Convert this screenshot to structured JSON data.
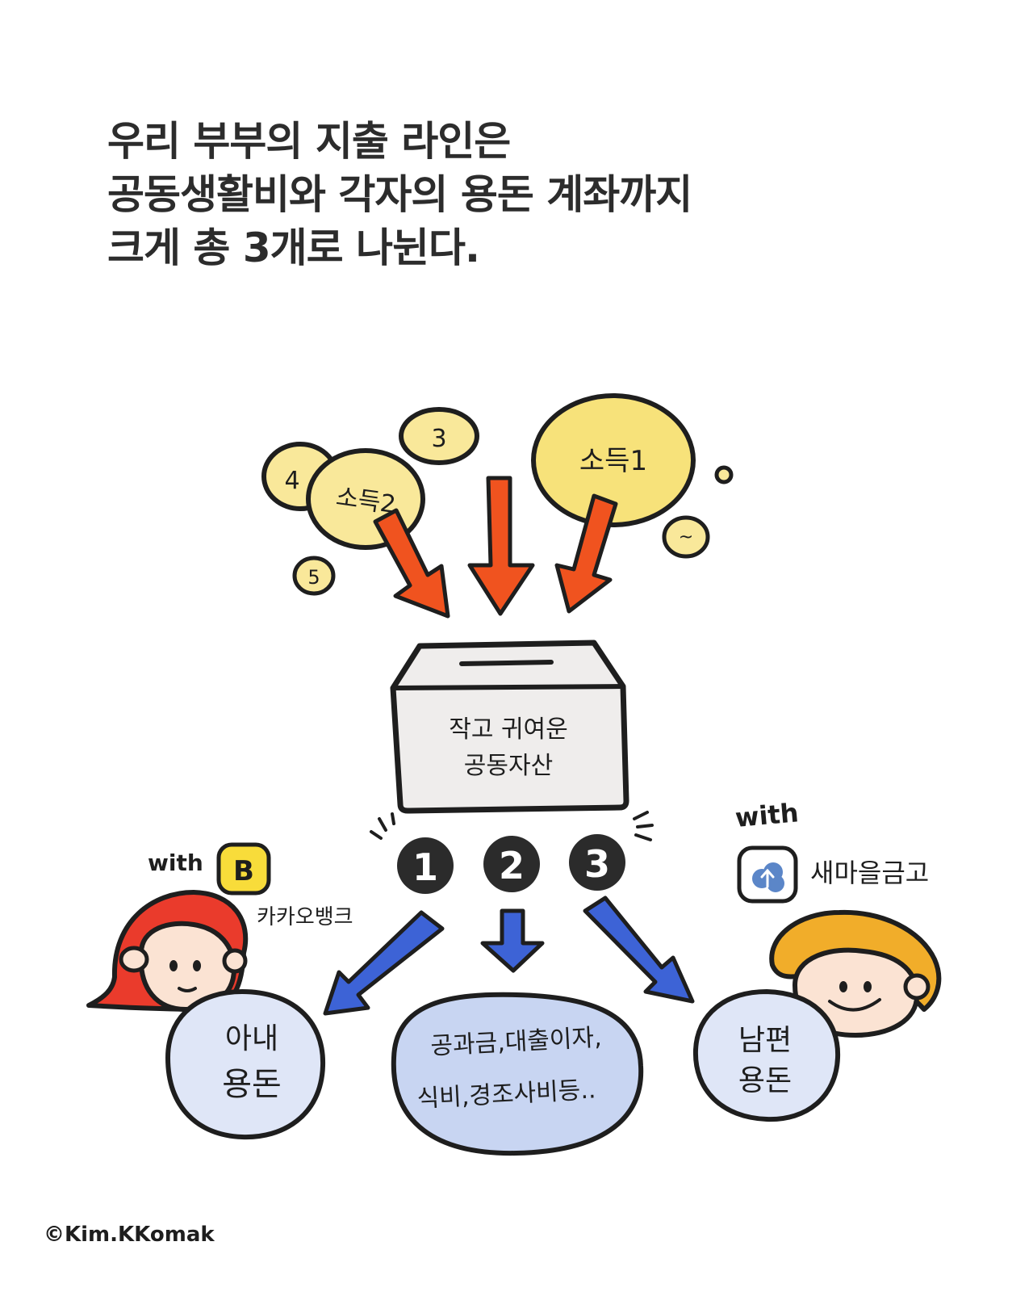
{
  "heading": {
    "line1": "우리 부부의 지출 라인은",
    "line2": "공동생활비와 각자의 용돈 계좌까지",
    "line3": "크게 총 3개로 나뉜다."
  },
  "income": {
    "income1": "소득1",
    "income2": "소득2",
    "coin3": "3",
    "coin4": "4",
    "coin5": "5",
    "coin_tilde": "~"
  },
  "box": {
    "line1": "작고 귀여운",
    "line2": "공동자산"
  },
  "accounts": {
    "num1": "1",
    "num2": "2",
    "num3": "3",
    "wife": {
      "line1": "아내",
      "line2": "용돈"
    },
    "shared": {
      "line1": "공과금,대출이자,",
      "line2": "식비,경조사비등.."
    },
    "husband": {
      "line1": "남편",
      "line2": "용돈"
    }
  },
  "banks": {
    "with_left": "with",
    "kakao_logo": "B",
    "kakao_name": "카카오뱅크",
    "with_right": "with",
    "saemaeul_name": "새마을금고"
  },
  "credit": "©Kim.KKomak",
  "colors": {
    "coin": "#f7e27a",
    "coin_light": "#f9e89a",
    "arrow_red": "#f0531f",
    "arrow_blue": "#3d63d6",
    "box": "#efedec",
    "bubble_light": "#dfe6f7",
    "bubble_mid": "#c8d5f2",
    "wife_hair": "#ea3b2c",
    "husband_hair": "#f1ad2a",
    "skin": "#fbe3d3",
    "kakao_yellow": "#f8dc3a",
    "saemaeul_blue": "#5b86c8"
  }
}
